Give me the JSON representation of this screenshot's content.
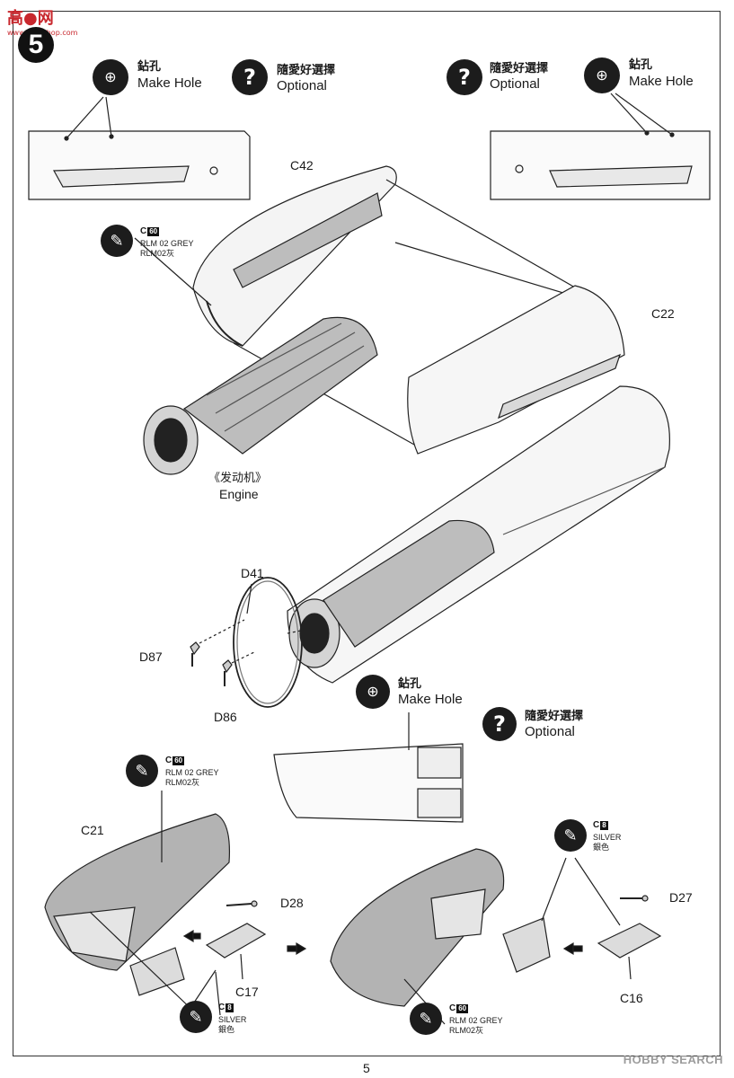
{
  "watermark": {
    "main": "高●网",
    "sub": "www.ppp-shop.com"
  },
  "step_number": "5",
  "legend": {
    "make_hole_cn": "鉆孔",
    "make_hole_en": "Make Hole",
    "optional_cn": "隨愛好選擇",
    "optional_en": "Optional"
  },
  "paints": {
    "c60_code": "C",
    "c60_num": "60",
    "c60_name": "RLM 02 GREY",
    "c60_cn": "RLM02灰",
    "c8_code": "C",
    "c8_num": "8",
    "c8_name": "SILVER",
    "c8_cn": "銀色"
  },
  "parts": {
    "c42": "C42",
    "c22": "C22",
    "engine_cn": "《发动机》",
    "engine_en": "Engine",
    "d41": "D41",
    "d87": "D87",
    "d86": "D86",
    "c21": "C21",
    "d28": "D28",
    "c17": "C17",
    "d27": "D27",
    "c16": "C16"
  },
  "footer": {
    "page": "5",
    "brand": "HOBBY SEARCH"
  }
}
